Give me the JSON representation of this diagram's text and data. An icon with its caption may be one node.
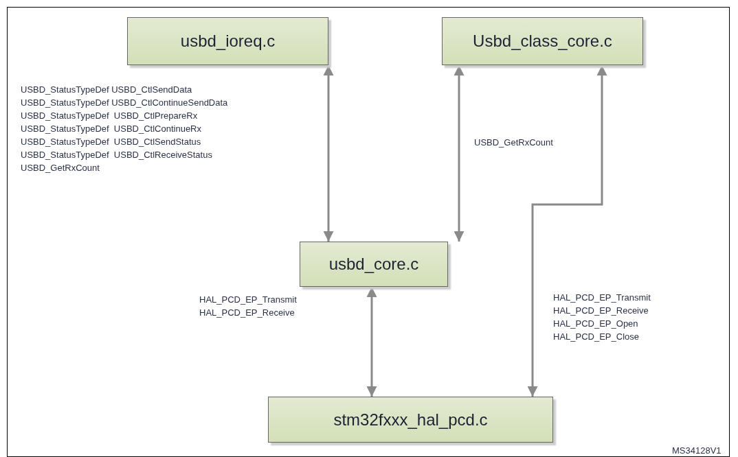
{
  "diagram": {
    "nodes": [
      {
        "text": [
          "usbd_ioreq.c"
        ]
      },
      {
        "text": [
          "Usbd_class_core.c"
        ]
      },
      {
        "text": [
          "usbd_core.c"
        ]
      },
      {
        "text": [
          "stm32fxxx_hal_pcd.c"
        ]
      }
    ],
    "edges": [
      {
        "from": 0,
        "to": 2,
        "arrow": "both"
      },
      {
        "from": 1,
        "to": 2,
        "arrow": "both"
      },
      {
        "from": 2,
        "to": 3,
        "arrow": "both"
      },
      {
        "from": 1,
        "to": 3,
        "arrow": "both"
      }
    ],
    "labels": [
      "USBD_StatusTypeDef USBD_CtlSendData",
      "USBD_StatusTypeDef USBD_CtlContinueSendData",
      "USBD_StatusTypeDef  USBD_CtlPrepareRx",
      "USBD_StatusTypeDef  USBD_CtlContinueRx",
      "USBD_StatusTypeDef  USBD_CtlSendStatus",
      "USBD_StatusTypeDef  USBD_CtlReceiveStatus",
      "USBD_GetRxCount",
      "USBD_GetRxCount",
      "HAL_PCD_EP_Transmit",
      "HAL_PCD_EP_Receive",
      "HAL_PCD_EP_Transmit",
      "HAL_PCD_EP_Receive",
      "HAL_PCD_EP_Open",
      "HAL_PCD_EP_Close",
      "MS34128V1"
    ]
  }
}
